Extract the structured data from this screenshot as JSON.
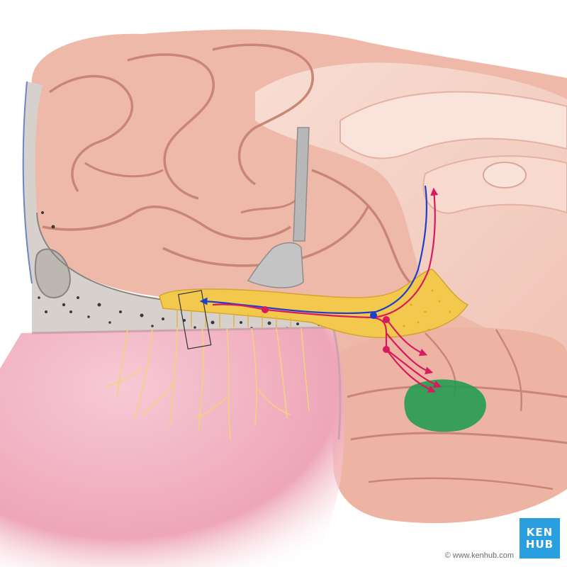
{
  "figure": {
    "colors": {
      "brain": "#efb9a9",
      "brain_shadow": "#d99686",
      "sulcus": "#c98576",
      "medial_surface": "#f5d3c8",
      "bone": "#d6d1cc",
      "bone_pore": "#3c3a38",
      "nasal_mucosa": "#f2b8c6",
      "nerve_yellow": "#f2c94c",
      "afferent_path": "#d81b60",
      "efferent_path": "#1e3fc8",
      "target_region": "#1e9c4e",
      "retractor": "#b8b8b8",
      "logo_bg": "#2a9fe0"
    },
    "icons": [
      "kenhub-logo",
      "copyright-icon"
    ]
  },
  "branding": {
    "logo_line1": "KEN",
    "logo_line2": "HUB",
    "copyright": "© www.kenhub.com"
  }
}
